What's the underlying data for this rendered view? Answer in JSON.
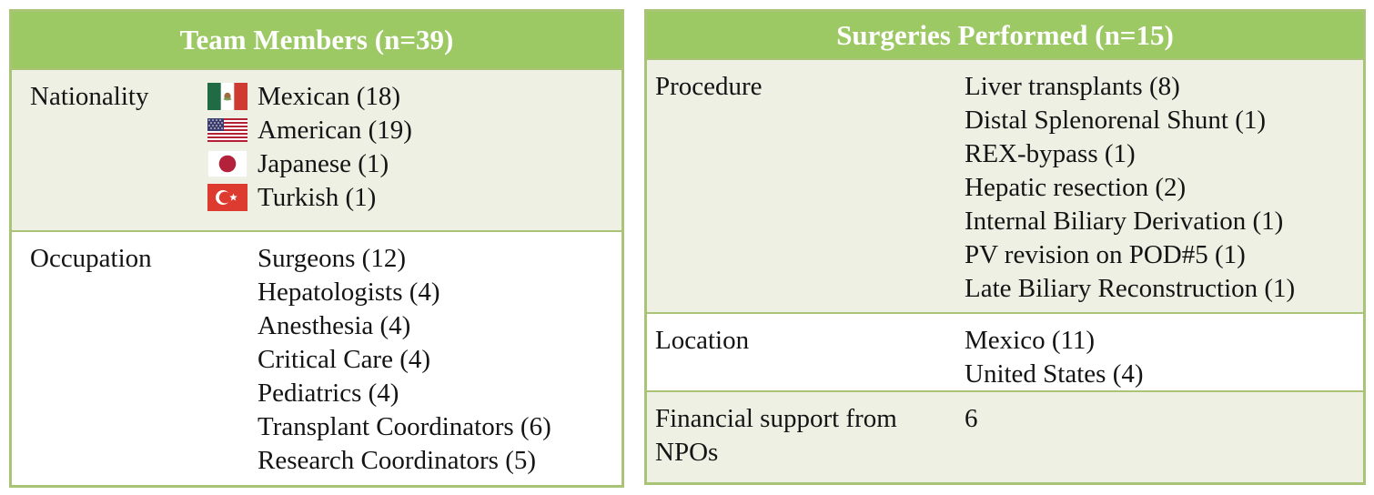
{
  "colors": {
    "header_bg": "#9cc964",
    "border": "#a9c377",
    "row_tint": "#eef0e4",
    "row_white": "#ffffff",
    "header_text": "#ffffff",
    "body_text": "#141414"
  },
  "tables": [
    {
      "id": "team-members-table",
      "title": "Team Members (n=39)",
      "rows": [
        {
          "label": "Nationality",
          "items": [
            {
              "flag": "mexico-flag-icon",
              "text": "Mexican (18)"
            },
            {
              "flag": "usa-flag-icon",
              "text": "American (19)"
            },
            {
              "flag": "japan-flag-icon",
              "text": "Japanese (1)"
            },
            {
              "flag": "turkey-flag-icon",
              "text": "Turkish (1)"
            }
          ]
        },
        {
          "label": "Occupation",
          "items": [
            {
              "text": "Surgeons (12)"
            },
            {
              "text": "Hepatologists (4)"
            },
            {
              "text": "Anesthesia (4)"
            },
            {
              "text": "Critical Care (4)"
            },
            {
              "text": "Pediatrics (4)"
            },
            {
              "text": "Transplant Coordinators (6)"
            },
            {
              "text": "Research Coordinators (5)"
            }
          ]
        }
      ]
    },
    {
      "id": "surgeries-table",
      "title": "Surgeries Performed (n=15)",
      "rows": [
        {
          "label": "Procedure",
          "items": [
            {
              "text": "Liver transplants (8)"
            },
            {
              "text": "Distal Splenorenal Shunt (1)"
            },
            {
              "text": "REX-bypass (1)"
            },
            {
              "text": "Hepatic resection (2)"
            },
            {
              "text": "Internal Biliary Derivation (1)"
            },
            {
              "text": "PV revision on POD#5 (1)"
            },
            {
              "text": "Late Biliary Reconstruction (1)"
            }
          ]
        },
        {
          "label": "Location",
          "items": [
            {
              "text": "Mexico (11)"
            },
            {
              "text": "United States (4)"
            }
          ]
        },
        {
          "label": "Financial support from NPOs",
          "items": [
            {
              "text": "6"
            }
          ]
        }
      ]
    }
  ]
}
